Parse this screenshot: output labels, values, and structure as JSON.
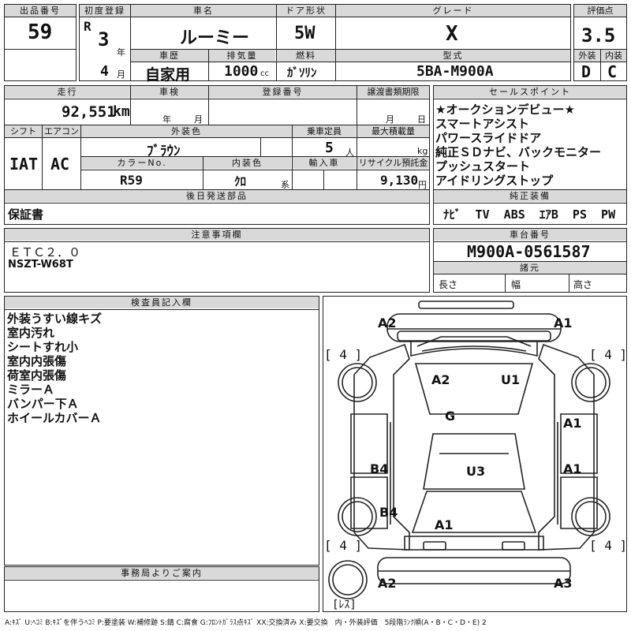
{
  "lot": {
    "header": "出品番号",
    "value": "59"
  },
  "first_reg": {
    "header": "初度登録",
    "era": "R",
    "year": "3",
    "year_unit": "年",
    "month": "4",
    "month_unit": "月"
  },
  "car_name": {
    "header": "車名",
    "value": "ルーミー"
  },
  "door": {
    "header": "ドア形状",
    "value": "5W"
  },
  "grade": {
    "header": "グレード",
    "value": "X"
  },
  "score": {
    "header": "評価点",
    "value": "3.5",
    "exterior_header": "外装",
    "interior_header": "内装",
    "exterior": "D",
    "interior": "C"
  },
  "history": {
    "header": "車歴",
    "value": "自家用"
  },
  "displacement": {
    "header": "排気量",
    "value": "1000",
    "unit": "cc"
  },
  "fuel": {
    "header": "燃料",
    "value": "ｶﾞｿﾘﾝ"
  },
  "model": {
    "header": "型式",
    "value": "5BA-M900A"
  },
  "mileage": {
    "header": "走行",
    "value": "92,551",
    "unit": "km"
  },
  "inspection": {
    "header": "車検",
    "year_unit": "年",
    "month_unit": "月"
  },
  "registration": {
    "header": "登録番号"
  },
  "transfer": {
    "header": "譲渡書類期限",
    "month_unit": "月",
    "day_unit": "日"
  },
  "shift": {
    "header": "シフト",
    "value": "IAT"
  },
  "aircon": {
    "header": "エアコン",
    "value": "AC"
  },
  "ext_color": {
    "header": "外装色",
    "value": "ﾌﾞﾗｳﾝ"
  },
  "capacity": {
    "header": "乗車定員",
    "value": "5",
    "unit": "人"
  },
  "max_load": {
    "header": "最大積載量",
    "unit": "kg"
  },
  "color_no": {
    "header": "カラーNo.",
    "value": "R59"
  },
  "int_color": {
    "header": "内装色",
    "value": "ｸﾛ",
    "unit": "系"
  },
  "import": {
    "header": "輸入車"
  },
  "recycle": {
    "header": "リサイクル預託金",
    "value": "9,130",
    "unit": "円"
  },
  "later_parts": {
    "header": "後日発送部品",
    "value": "保証書"
  },
  "sales_points": {
    "header": "セールスポイント",
    "items": [
      "★オークションデビュー★",
      "スマートアシスト",
      "パワースライドドア",
      "純正ＳＤナビ、バックモニター",
      "プッシュスタート",
      "アイドリングストップ"
    ]
  },
  "equipment": {
    "header": "純正装備",
    "value": "ﾅﾋﾞ  TV  ABS  ｴｱB  PS  PW"
  },
  "notes": {
    "header": "注意事項欄",
    "lines": [
      "ＥＴＣ２．０",
      "NSZT-W68T"
    ]
  },
  "chassis": {
    "header": "車台番号",
    "value": "M900A-0561587"
  },
  "specs": {
    "header": "諸元",
    "length": "長さ",
    "width": "幅",
    "height": "高さ"
  },
  "inspector": {
    "header": "検査員記入欄",
    "items": [
      "外装うすい線キズ",
      "室内汚れ",
      "シートすれ小",
      "室内内張傷",
      "荷室内張傷",
      "ミラーＡ",
      "バンパー下Ａ",
      "ホイールカバーＡ"
    ]
  },
  "office": {
    "header": "事務局よりご案内"
  },
  "diagram": {
    "labels": {
      "front_left": "A2",
      "front_right": "A1",
      "hood": "A2",
      "windshield": "U1",
      "front_glass": "G",
      "right_fender": "A1",
      "right_door": "A1",
      "left_door": "B4",
      "left_rear": "B4",
      "roof": "U3",
      "rear": "A1",
      "rear_left": "A2",
      "rear_right": "A3"
    },
    "tires": {
      "fl": "[ 4 ]",
      "fr": "[ 4 ]",
      "rl": "[ 4 ]",
      "rr": "[ 4 ]"
    },
    "spare": "[ﾚｽ]"
  },
  "legend": "A:ｷｽﾞ U:ﾍｺﾐ B:ｷｽﾞを伴うﾍｺﾐ P:要塗装 W:補修跡 S:錆 C:腐食 G:ﾌﾛﾝﾄｶﾞﾗｽ点ｷｽﾞ XX:交換済み X:要交換　内・外装評価　5段階ﾗﾝｸ順(A・B・C・D・E) 2"
}
